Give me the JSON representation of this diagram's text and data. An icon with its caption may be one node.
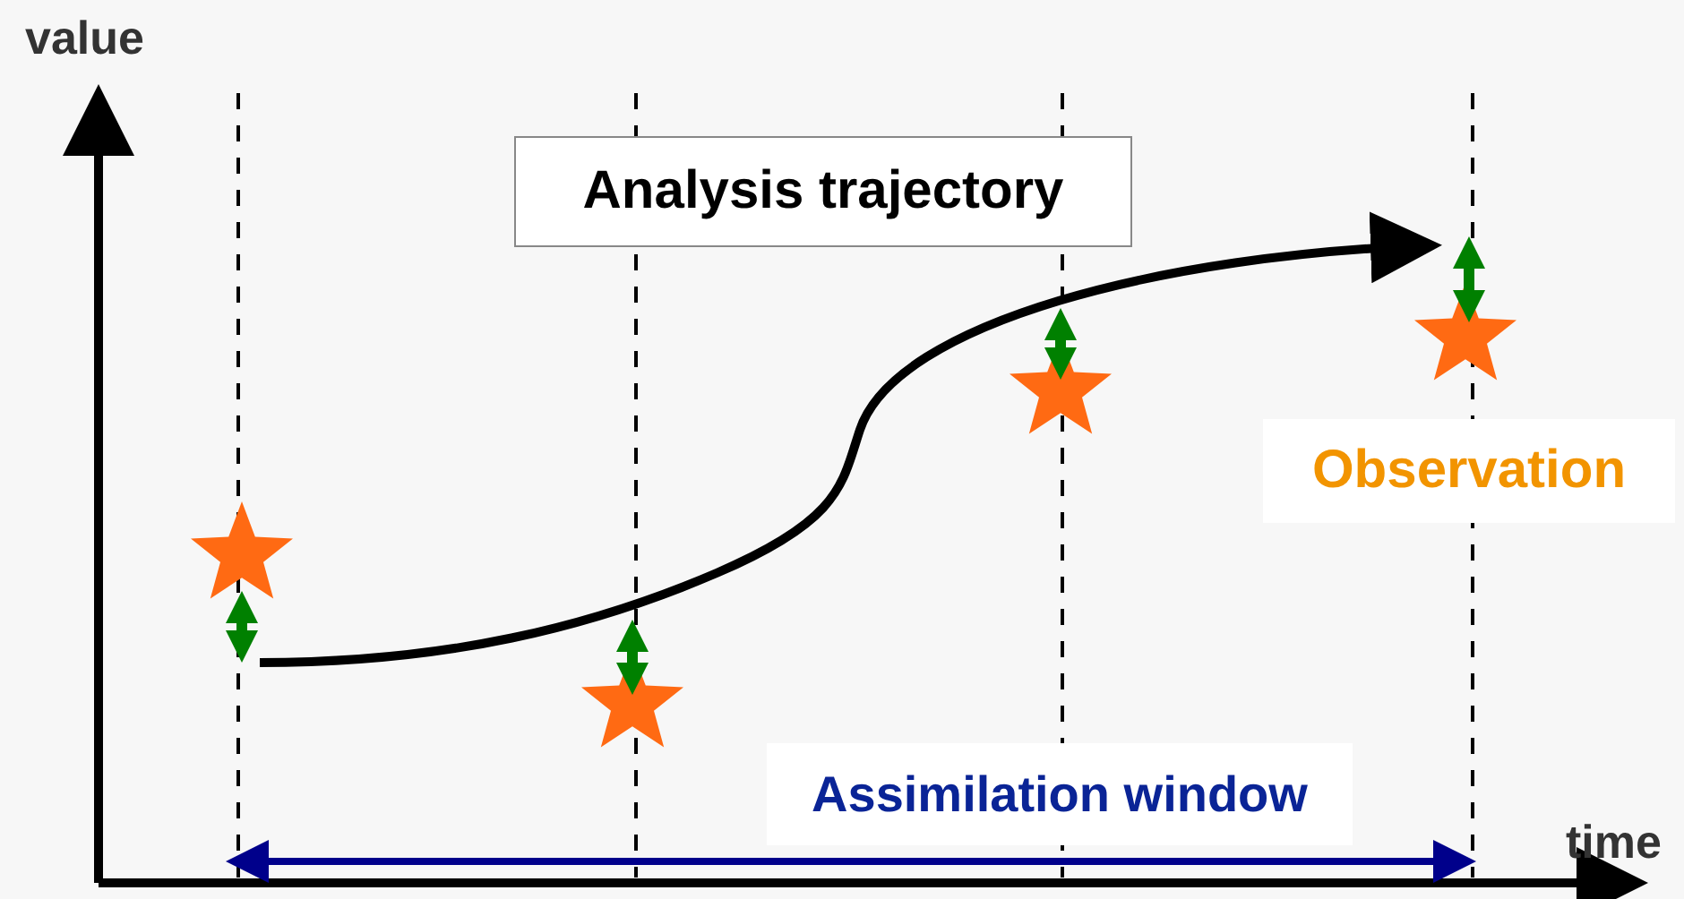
{
  "diagram": {
    "nodes": [
      {
        "text": [
          "Analysis trajectory"
        ]
      },
      {
        "text": [
          "Observation"
        ]
      },
      {
        "text": [
          "Assimilation window"
        ]
      }
    ],
    "labels": [
      "value",
      "time"
    ]
  }
}
